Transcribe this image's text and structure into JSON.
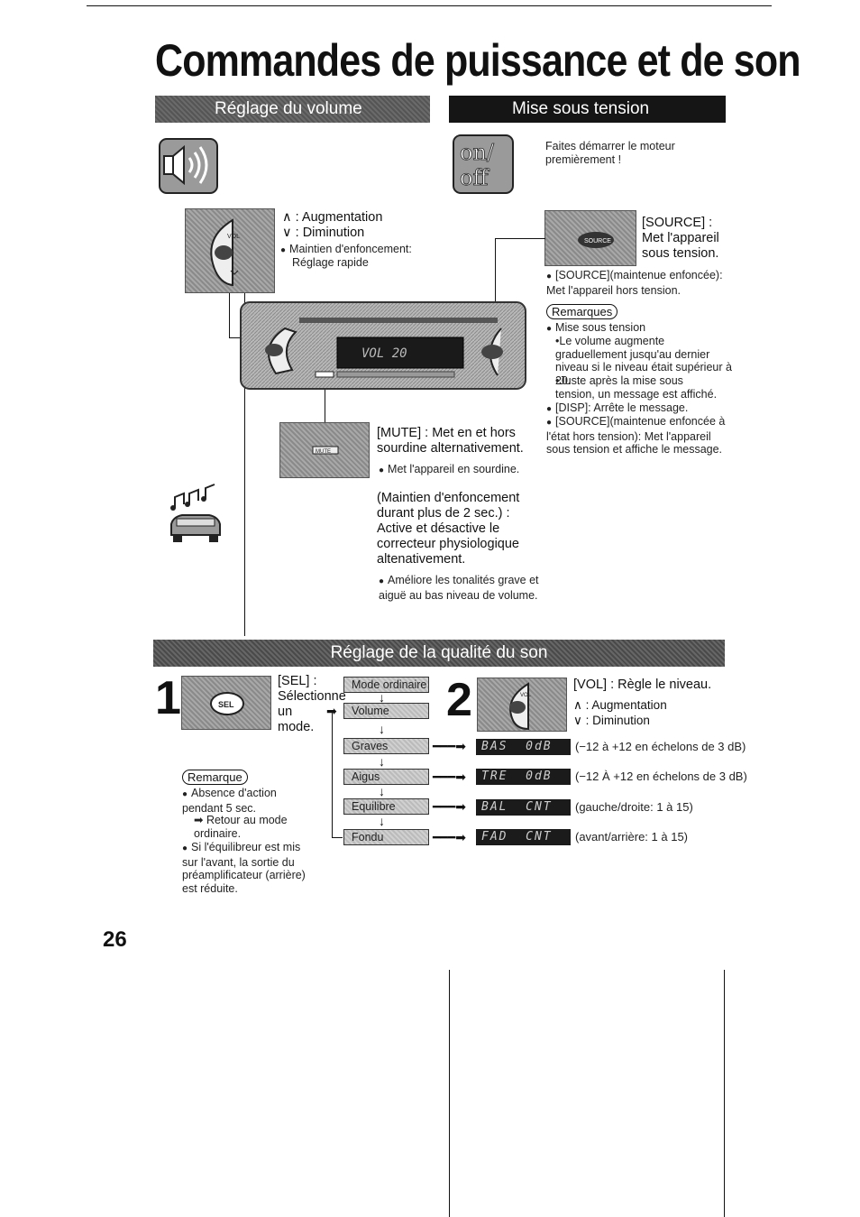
{
  "page": {
    "title": "Commandes de puissance et de son",
    "page_number": "26"
  },
  "volume_section": {
    "header": "Réglage du volume",
    "up_label": "∧ : Augmentation",
    "down_label": "∨ : Diminution",
    "hold_note": "Maintien d'enfoncement:",
    "hold_note_2": "Réglage rapide",
    "display_readout": "VOL  20"
  },
  "power_section": {
    "header": "Mise sous tension",
    "onoff_icon_text": "on/ off",
    "intro": "Faites démarrer le moteur premièrement !",
    "source_button_label": "SOURCE",
    "source_desc_1": "[SOURCE] :",
    "source_desc_2": "Met l'appareil",
    "source_desc_3": "sous tension.",
    "source_hold": "[SOURCE](maintenue enfoncée): Met l'appareil hors tension.",
    "remarks_title": "Remarques",
    "remarks": [
      "Mise sous tension",
      "•Le volume augmente graduellement jusqu'au dernier niveau si le niveau était supérieur à 20.",
      "•Juste après la mise sous tension, un message est affiché.",
      "[DISP]: Arrête le message.",
      "[SOURCE](maintenue enfoncée à l'état hors tension): Met l'appareil sous tension et affiche le message."
    ]
  },
  "mute_section": {
    "button_label": "MUTE",
    "desc": "[MUTE] : Met en et hors sourdine alternativement.",
    "note": "Met l'appareil en sourdine.",
    "hold_desc": "(Maintien d'enfoncement durant plus de 2 sec.) : Active et désactive le correcteur physiologique altenativement.",
    "hold_note": "Améliore les tonalités grave et aiguë au bas niveau de volume."
  },
  "sound_section": {
    "header": "Réglage de la qualité du son",
    "step1_number": "1",
    "sel_button_label": "SEL",
    "step1_desc": "[SEL] : Sélectionne un mode.",
    "remark_title": "Remarque",
    "remark_1": "Absence d'action pendant 5 sec.",
    "remark_1b": "➡ Retour au mode ordinaire.",
    "remark_2": "Si l'équilibreur est mis sur l'avant, la sortie du préamplificateur (arrière) est réduite.",
    "modes": [
      "Mode ordinaire",
      "Volume",
      "Graves",
      "Aigus",
      "Equilibre",
      "Fondu"
    ],
    "step2_number": "2",
    "vol_button_label": "VOL",
    "step2_title": "[VOL] : Règle le niveau.",
    "step2_up": "∧ : Augmentation",
    "step2_down": "∨ : Diminution",
    "displays": [
      "BAS  0dB",
      "TRE  0dB",
      "BAL  CNT",
      "FAD  CNT"
    ],
    "ranges": [
      "(−12 à +12 en échelons de 3 dB)",
      "(−12 À +12 en échelons de 3 dB)",
      "(gauche/droite: 1 à 15)",
      "(avant/arrière: 1 à 15)"
    ]
  },
  "icons": [
    "speaker-icon",
    "onoff-icon",
    "car-music-icon",
    "chevron-up-icon",
    "chevron-down-icon"
  ]
}
